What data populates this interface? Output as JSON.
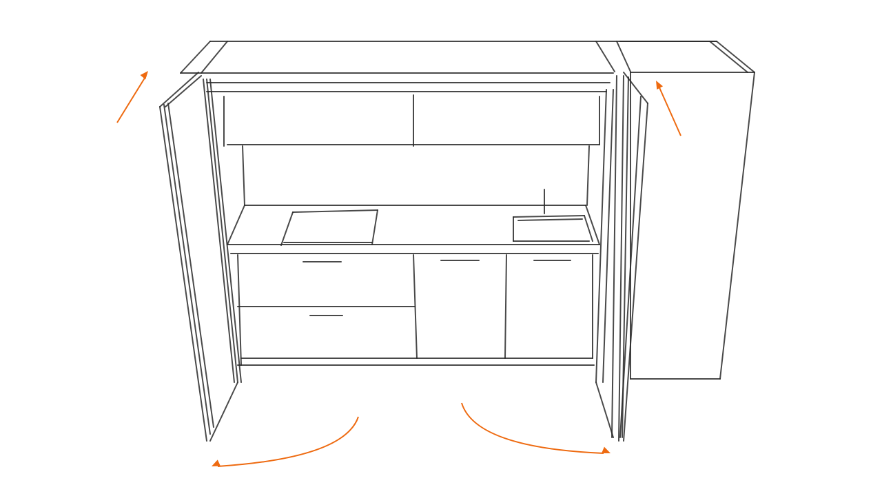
{
  "drawing": {
    "line_color": "#2a2a2a",
    "arrow_color": "#ee6a10",
    "parts": [
      "cabinet-top",
      "upper-cabinets",
      "countertop",
      "cooktop",
      "sink",
      "faucet",
      "lower-cabinets",
      "drawer-handles",
      "left-folding-door",
      "right-folding-door",
      "side-cabinet"
    ],
    "arrows": [
      "arrow-up-left-icon",
      "arrow-up-right-icon",
      "arrow-swing-left-icon",
      "arrow-swing-right-icon"
    ]
  }
}
